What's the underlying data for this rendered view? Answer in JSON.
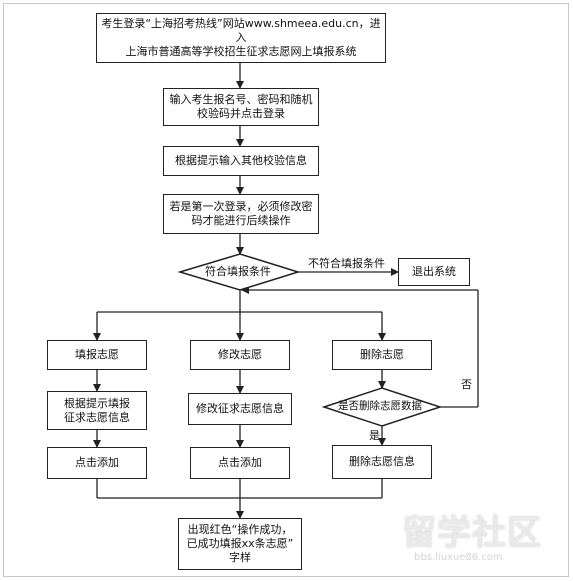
{
  "flowchart": {
    "login": "考生登录“上海招考热线”网站www.shmeea.edu.cn，进入\n上海市普通高等学校招生征求志愿网上填报系统",
    "enter_credentials": "输入考生报名号、密码和随机\n校验码并点击登录",
    "verify_info": "根据提示输入其他校验信息",
    "first_login": "若是第一次登录，必须修改密\n码才能进行后续操作",
    "decision_eligible": "符合填报条件",
    "not_eligible_label": "不符合填报条件",
    "exit_system": "退出系统",
    "fill_wish": "填报志愿",
    "modify_wish": "修改志愿",
    "delete_wish": "删除志愿",
    "fill_by_prompt": "根据提示填报\n征求志愿信息",
    "modify_info": "修改征求志愿信息",
    "decision_delete_data": "是否删除志愿数据",
    "yes_label": "是",
    "no_label": "否",
    "delete_info": "删除志愿信息",
    "click_add_1": "点击添加",
    "click_add_2": "点击添加",
    "result": "出现红色“操作成功，\n已成功填报xx条志愿”\n字样"
  },
  "watermark": {
    "text": "留学社区",
    "url": "bbs.liuxue86.com"
  }
}
